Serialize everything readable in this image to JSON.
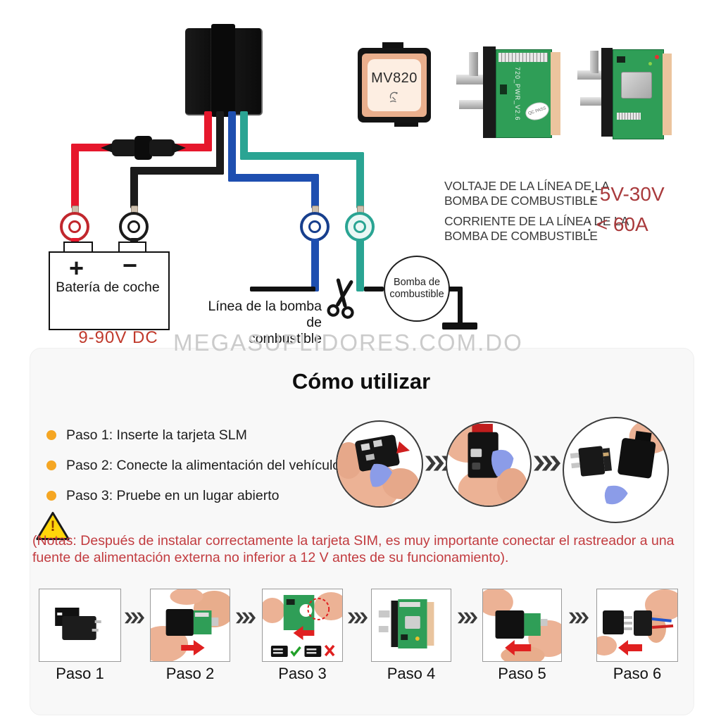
{
  "watermark": "MEGASUPLIDORES.COM.DO",
  "colors": {
    "wire_red": "#e6172c",
    "wire_black": "#1b1b1b",
    "wire_blue": "#1e4fb0",
    "wire_green": "#2aa493",
    "spec_value_red": "#a93a3c",
    "note_red": "#c23b3f",
    "bullet_orange": "#f5a623",
    "watermark_gray": "#cbcbcb",
    "pcb_green": "#2f9e57",
    "warning_yellow": "#ffd60a"
  },
  "diagram": {
    "module_label": "MV820",
    "pcb_version_label": "720_PWR_V2.6",
    "qc_sticker": "QC PASS",
    "battery": {
      "plus": "+",
      "minus": "−",
      "label": "Batería de coche",
      "voltage": "9-90V DC"
    },
    "pump_line_label_line1": "Línea de la bomba de",
    "pump_line_label_line2": "combustible",
    "pump_label_line1": "Bomba de",
    "pump_label_line2": "combustible",
    "specs": [
      {
        "label_line1": "VOLTAJE DE LA LÍNEA DE LA",
        "label_line2": "BOMBA DE COMBUSTIBLE",
        "colon": ":",
        "value": "5V-30V"
      },
      {
        "label_line1": "CORRIENTE DE LA LÍNEA DE LA",
        "label_line2": "BOMBA DE COMBUSTIBLE",
        "colon": ":",
        "value": "< 60A"
      }
    ]
  },
  "howto": {
    "title": "Cómo utilizar",
    "bullets": [
      {
        "label": "Paso 1: Inserte la tarjeta SLM"
      },
      {
        "label": "Paso 2: Conecte la alimentación del vehículo"
      },
      {
        "label": "Paso 3: Pruebe en un lugar abierto"
      }
    ],
    "warning_mark": "!",
    "note_line1": "(Notas: Después de instalar correctamente la tarjeta SIM, es muy importante conectar el rastreador a una",
    "note_line2": "fuente de alimentación externa no inferior a 12 V antes de su funcionamiento)."
  },
  "steps_row": {
    "labels": [
      "Paso 1",
      "Paso 2",
      "Paso 3",
      "Paso 4",
      "Paso 5",
      "Paso 6"
    ]
  }
}
